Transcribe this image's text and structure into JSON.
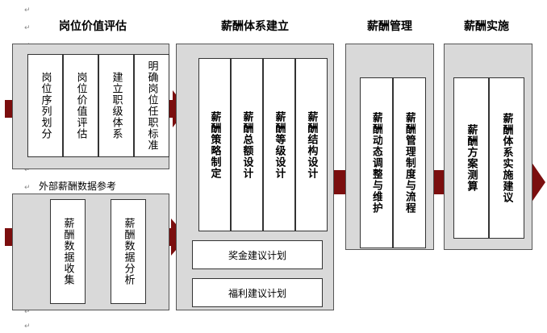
{
  "headers": [
    "岗位价值评估",
    "薪酬体系建立",
    "薪酬管理",
    "薪酬实施"
  ],
  "colors": {
    "arrow": "#7b0e0e",
    "panel": "#d9d9d9",
    "box": "#ffffff",
    "border": "#333333"
  },
  "panel1_top": [
    "岗位序列划分",
    "岗位价值评估",
    "建立职级体系",
    "明确岗位任职标准"
  ],
  "external_label": "外部薪酬数据参考",
  "panel1_bottom": [
    "薪酬数据收集",
    "薪酬数据分析"
  ],
  "panel2_cols": [
    "薪酬策略制定",
    "薪酬总额设计",
    "薪酬等级设计",
    "薪酬结构设计"
  ],
  "panel2_plans": [
    "奖金建议计划",
    "福利建议计划"
  ],
  "panel3_cols": [
    "薪酬动态调整与维护",
    "薪酬管理制度与流程"
  ],
  "panel4_cols": [
    "薪酬方案测算",
    "薪酬体系实施建议"
  ]
}
